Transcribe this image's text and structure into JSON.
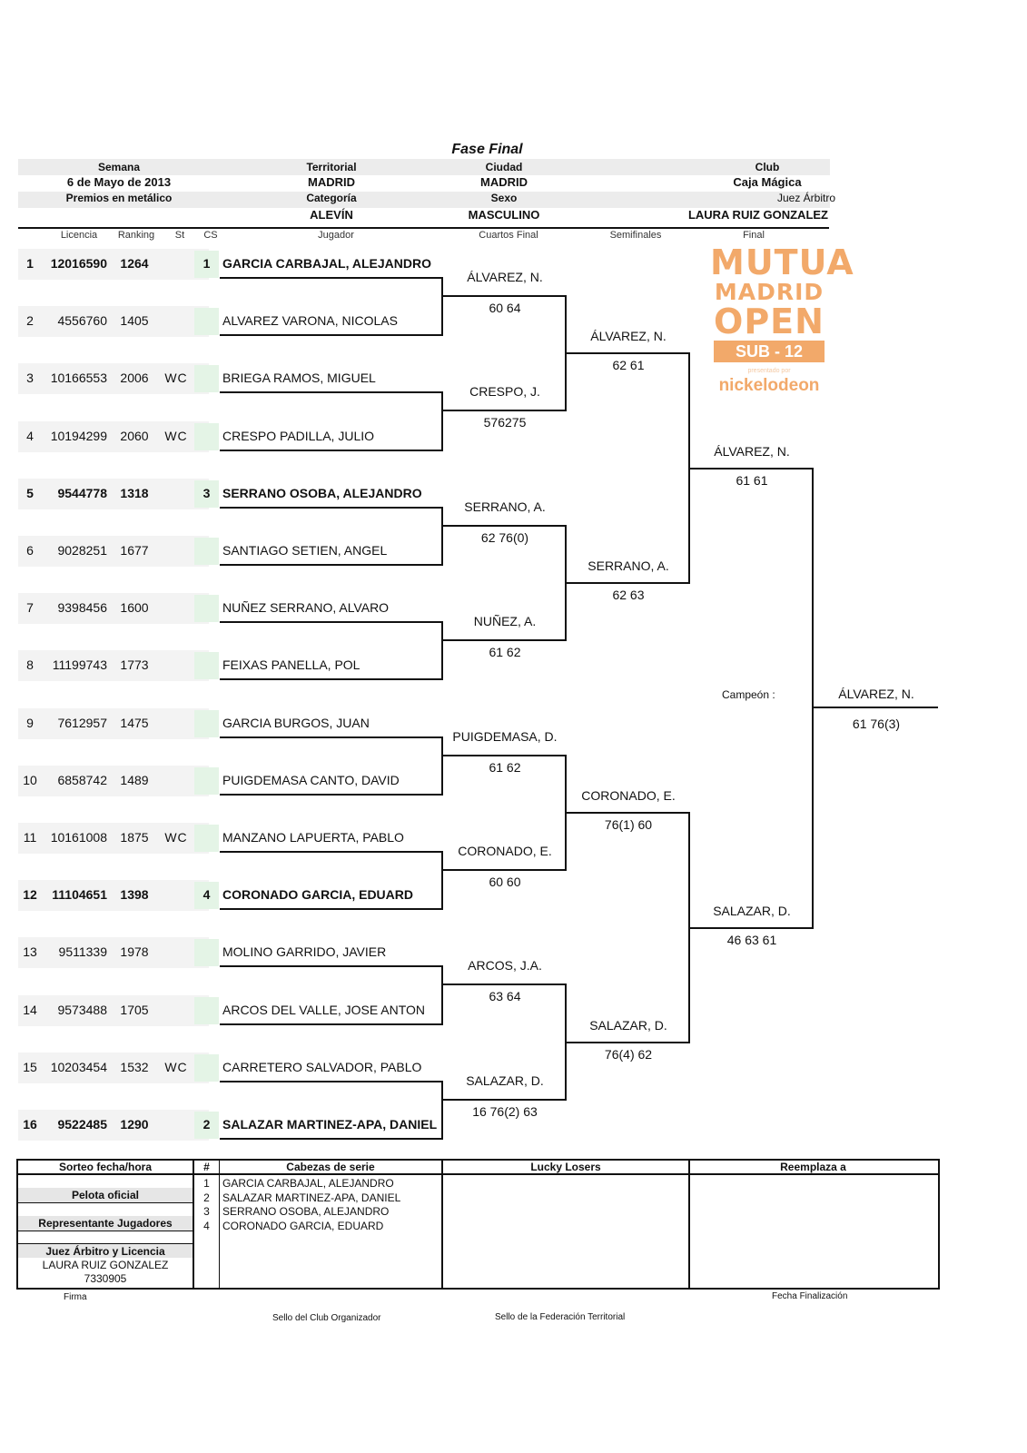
{
  "title": "Fase Final",
  "header": {
    "semana_label": "Semana",
    "semana_value": "6 de Mayo de 2013",
    "premios_label": "Premios en metálico",
    "territorial_label": "Territorial",
    "territorial_value": "MADRID",
    "categoria_label": "Categoría",
    "categoria_value": "ALEVÍN",
    "ciudad_label": "Ciudad",
    "ciudad_value": "MADRID",
    "sexo_label": "Sexo",
    "sexo_value": "MASCULINO",
    "club_label": "Club",
    "club_value": "Caja Mágica",
    "juez_label": "Juez Árbitro",
    "juez_value": "LAURA RUIZ GONZALEZ"
  },
  "columns": {
    "licencia": "Licencia",
    "ranking": "Ranking",
    "st": "St",
    "cs": "CS",
    "jugador": "Jugador",
    "cuartos": "Cuartos Final",
    "semifinales": "Semifinales",
    "final": "Final"
  },
  "players": [
    {
      "n": "1",
      "lic": "12016590",
      "rk": "1264",
      "st": "",
      "cs": "1",
      "name": "GARCIA CARBAJAL, ALEJANDRO",
      "bold": true
    },
    {
      "n": "2",
      "lic": "4556760",
      "rk": "1405",
      "st": "",
      "cs": "",
      "name": "ALVAREZ VARONA, NICOLAS",
      "bold": false
    },
    {
      "n": "3",
      "lic": "10166553",
      "rk": "2006",
      "st": "WC",
      "cs": "",
      "name": "BRIEGA RAMOS, MIGUEL",
      "bold": false
    },
    {
      "n": "4",
      "lic": "10194299",
      "rk": "2060",
      "st": "WC",
      "cs": "",
      "name": "CRESPO PADILLA, JULIO",
      "bold": false
    },
    {
      "n": "5",
      "lic": "9544778",
      "rk": "1318",
      "st": "",
      "cs": "3",
      "name": "SERRANO OSOBA, ALEJANDRO",
      "bold": true
    },
    {
      "n": "6",
      "lic": "9028251",
      "rk": "1677",
      "st": "",
      "cs": "",
      "name": "SANTIAGO SETIEN, ANGEL",
      "bold": false
    },
    {
      "n": "7",
      "lic": "9398456",
      "rk": "1600",
      "st": "",
      "cs": "",
      "name": "NUÑEZ SERRANO, ALVARO",
      "bold": false
    },
    {
      "n": "8",
      "lic": "11199743",
      "rk": "1773",
      "st": "",
      "cs": "",
      "name": "FEIXAS PANELLA, POL",
      "bold": false
    },
    {
      "n": "9",
      "lic": "7612957",
      "rk": "1475",
      "st": "",
      "cs": "",
      "name": "GARCIA BURGOS, JUAN",
      "bold": false
    },
    {
      "n": "10",
      "lic": "6858742",
      "rk": "1489",
      "st": "",
      "cs": "",
      "name": "PUIGDEMASA CANTO, DAVID",
      "bold": false
    },
    {
      "n": "11",
      "lic": "10161008",
      "rk": "1875",
      "st": "WC",
      "cs": "",
      "name": "MANZANO LAPUERTA, PABLO",
      "bold": false
    },
    {
      "n": "12",
      "lic": "11104651",
      "rk": "1398",
      "st": "",
      "cs": "4",
      "name": "CORONADO GARCIA, EDUARD",
      "bold": true
    },
    {
      "n": "13",
      "lic": "9511339",
      "rk": "1978",
      "st": "",
      "cs": "",
      "name": "MOLINO GARRIDO, JAVIER",
      "bold": false
    },
    {
      "n": "14",
      "lic": "9573488",
      "rk": "1705",
      "st": "",
      "cs": "",
      "name": "ARCOS DEL VALLE, JOSE ANTON",
      "bold": false
    },
    {
      "n": "15",
      "lic": "10203454",
      "rk": "1532",
      "st": "WC",
      "cs": "",
      "name": "CARRETERO SALVADOR, PABLO",
      "bold": false
    },
    {
      "n": "16",
      "lic": "9522485",
      "rk": "1290",
      "st": "",
      "cs": "2",
      "name": "SALAZAR MARTINEZ-APA, DANIEL",
      "bold": true
    }
  ],
  "quarterfinals": [
    {
      "winner": "ÁLVAREZ, N.",
      "score": "60 64"
    },
    {
      "winner": "CRESPO, J.",
      "score": "576275"
    },
    {
      "winner": "SERRANO, A.",
      "score": "62 76(0)"
    },
    {
      "winner": "NUÑEZ, A.",
      "score": "61 62"
    },
    {
      "winner": "PUIGDEMASA, D.",
      "score": "61 62"
    },
    {
      "winner": "CORONADO, E.",
      "score": "60 60"
    },
    {
      "winner": "ARCOS, J.A.",
      "score": "63 64"
    },
    {
      "winner": "SALAZAR, D.",
      "score": "16 76(2) 63"
    }
  ],
  "semifinals": [
    {
      "winner": "ÁLVAREZ, N.",
      "score": "62 61"
    },
    {
      "winner": "SERRANO, A.",
      "score": "62 63"
    },
    {
      "winner": "CORONADO, E.",
      "score": "76(1) 60"
    },
    {
      "winner": "SALAZAR, D.",
      "score": "76(4) 62"
    }
  ],
  "finals": [
    {
      "winner": "ÁLVAREZ, N.",
      "score": "61 61"
    },
    {
      "winner": "SALAZAR, D.",
      "score": "46 63 61"
    }
  ],
  "champion": {
    "label": "Campeón :",
    "name": "ÁLVAREZ, N.",
    "score": "61 76(3)"
  },
  "logo": {
    "line1": "MUTUA",
    "line2": "MADRID",
    "line3": "OPEN",
    "line4": "SUB - 12",
    "presented": "presentado por",
    "sponsor": "nickelodeon",
    "color": "#f2a96a"
  },
  "bottom": {
    "sorteo": "Sorteo fecha/hora",
    "pelota": "Pelota oficial",
    "representante": "Representante Jugadores",
    "juez": "Juez Árbitro y Licencia",
    "juez_name": "LAURA RUIZ GONZALEZ",
    "juez_lic": "7330905",
    "hash": "#",
    "cabezas": "Cabezas  de serie",
    "seeds": [
      {
        "n": "1",
        "name": "GARCIA CARBAJAL, ALEJANDRO"
      },
      {
        "n": "2",
        "name": "SALAZAR MARTINEZ-APA, DANIEL"
      },
      {
        "n": "3",
        "name": "SERRANO OSOBA, ALEJANDRO"
      },
      {
        "n": "4",
        "name": "CORONADO GARCIA, EDUARD"
      }
    ],
    "lucky": "Lucky Losers",
    "reemplaza": "Reemplaza a",
    "firma": "Firma",
    "fecha_fin": "Fecha Finalización",
    "sello_club": "Sello del Club Organizador",
    "sello_fed": "Sello de la Federación Territorial"
  }
}
